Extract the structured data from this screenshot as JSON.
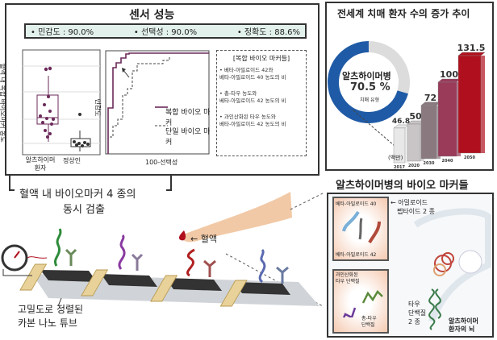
{
  "sensor_panel": {
    "title": "센서 성능",
    "metrics": [
      {
        "label": "• 민감도 : 90.0%"
      },
      {
        "label": "• 선택성 : 90.0%"
      },
      {
        "label": "• 정확도 : 88.6%"
      }
    ],
    "boxplot": {
      "ylabel": "혈액 내 복합 바이오마커 농도",
      "groups": [
        "알츠하이머 환자",
        "정상인"
      ]
    },
    "roc": {
      "ylabel": "민감도",
      "xlabel": "100-선택성",
      "legend": [
        "복합 바이오 마커",
        "단일 바이오 마커"
      ]
    },
    "markers_box": {
      "title": "[복합 바이오 마커들]",
      "items": [
        [
          "• 베타-아밀로이드 42와",
          "베타-아밀로이드 40 농도의 비"
        ],
        [
          "• 총-타우 농도와",
          "베타-아밀로이드 42 농도의 비"
        ],
        [
          "• 과인산화된 타우 농도와",
          "베타-아밀로이드 42 농도의 비"
        ]
      ]
    }
  },
  "caption": {
    "line1": "혈액 내 바이오마커  4 종의",
    "line2": "동시 검출"
  },
  "illustration": {
    "blood_label": "← 혈액",
    "nanotube_label": [
      "고밀도로 정렬된",
      "카본 나노 튜브"
    ]
  },
  "trend_panel": {
    "title": "전세계 치매 환자 수의 증가 추이",
    "donut": {
      "label": "알츠하이머병",
      "value": "70.5 %",
      "fraction": 0.705,
      "sublabel": "치매 유형",
      "color": "#1f5aa6"
    },
    "unit": "(백만)"
  },
  "chart_data": {
    "type": "bar",
    "title": "전세계 치매 환자 수의 증가 추이",
    "categories": [
      "2017",
      "2020",
      "2030",
      "2040",
      "2050"
    ],
    "values": [
      46.8,
      50,
      72,
      100,
      131.5
    ],
    "value_labels": [
      "46.8",
      "50",
      "72",
      "100",
      "131.5"
    ],
    "ylabel": "(백만)",
    "colors": [
      "#e8e8e8",
      "#c9c4c6",
      "#8a7a80",
      "#9a3b5a",
      "#b0101e"
    ]
  },
  "biomarker_panel": {
    "title": "알츠하이머병의 바이오 마커들",
    "amyloid_box": {
      "top": "베타-아밀로이드 40",
      "bottom": "베타-아밀로이드 42"
    },
    "amyloid_label": [
      "← 아밀로이드",
      "펩타이드 2 종"
    ],
    "tau_box": {
      "top": [
        "과인산화된",
        "타우 단백질"
      ],
      "bottom": [
        "총-타우",
        "단백질"
      ]
    },
    "tau_label": [
      "타우",
      "단백질",
      "2 종"
    ],
    "brain_label": [
      "알츠하이머",
      "환자의 뇌"
    ]
  }
}
